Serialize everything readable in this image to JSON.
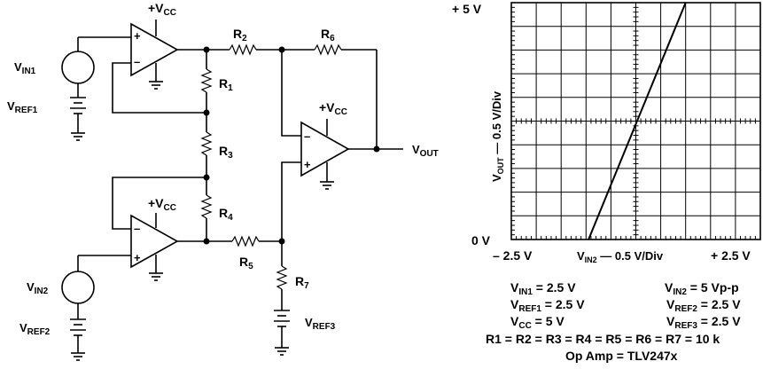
{
  "circuit": {
    "supply": "+V",
    "supply_sub": "CC",
    "r1": "R",
    "r1_sub": "1",
    "r2": "R",
    "r2_sub": "2",
    "r3": "R",
    "r3_sub": "3",
    "r4": "R",
    "r4_sub": "4",
    "r5": "R",
    "r5_sub": "5",
    "r6": "R",
    "r6_sub": "6",
    "r7": "R",
    "r7_sub": "7",
    "vin1": "V",
    "vin1_sub": "IN1",
    "vin2": "V",
    "vin2_sub": "IN2",
    "vref1": "V",
    "vref1_sub": "REF1",
    "vref2": "V",
    "vref2_sub": "REF2",
    "vref3": "V",
    "vref3_sub": "REF3",
    "vout": "V",
    "vout_sub": "OUT",
    "plus": "+",
    "minus": "–"
  },
  "chart_data": {
    "type": "line",
    "y_top_label": "+ 5 V",
    "y_bottom_label": "0 V",
    "ylabel_prefix": "V",
    "ylabel_sub": "OUT",
    "ylabel_suffix": " — 0.5 V/Div",
    "x_left_label": "– 2.5 V",
    "x_right_label": "+ 2.5 V",
    "xlabel_prefix": "V",
    "xlabel_sub": "IN2",
    "xlabel_suffix": " — 0.5 V/Div",
    "xlim": [
      -2.5,
      2.5
    ],
    "ylim": [
      0,
      5
    ],
    "x_divisions": 10,
    "y_divisions": 10,
    "grid": true,
    "series": [
      {
        "x": [
          -0.95,
          1.0
        ],
        "y": [
          0,
          5.0
        ]
      }
    ]
  },
  "conditions": {
    "vin1": "V",
    "vin1_sub": "IN1",
    "vin1_val": " = 2.5 V",
    "vin2": "V",
    "vin2_sub": "IN2",
    "vin2_val": " = 5 Vp-p",
    "vref1": "V",
    "vref1_sub": "REF1",
    "vref1_val": " = 2.5 V",
    "vref2": "V",
    "vref2_sub": "REF2",
    "vref2_val": " = 2.5 V",
    "vcc": "V",
    "vcc_sub": "CC",
    "vcc_val": " = 5 V",
    "vref3": "V",
    "vref3_sub": "REF3",
    "vref3_val": " = 2.5 V",
    "resistors_line": "R1 = R2 = R3 = R4 = R5 = R6 = R7 = 10 k",
    "opamp_line": "Op Amp = TLV247x"
  }
}
